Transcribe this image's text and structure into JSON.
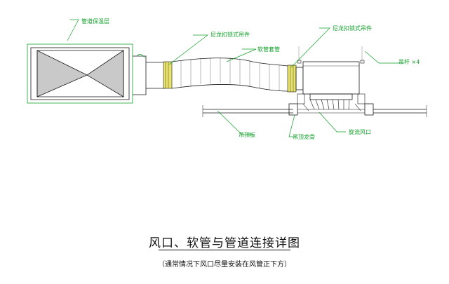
{
  "labels": {
    "insulation_layer": "管道保温层",
    "nylon_tie_left": "尼龙扣锁式吊件",
    "flexible_duct": "软管套管",
    "nylon_tie_right": "尼龙扣锁式吊件",
    "hanger_rod": "吊杆 ×4",
    "ceiling_board": "吊顶板",
    "ceiling_keel": "吊顶龙骨",
    "swirl_diffuser": "旋流风口"
  },
  "title": {
    "main": "风口、软管与管道连接详图",
    "sub": "（通常情况下风口尽量安装在风管正下方）"
  },
  "colors": {
    "line": "#1a1a1a",
    "label": "#13a02a",
    "collar": "#e9e36a",
    "fill_gray": "#c9c9c9"
  }
}
